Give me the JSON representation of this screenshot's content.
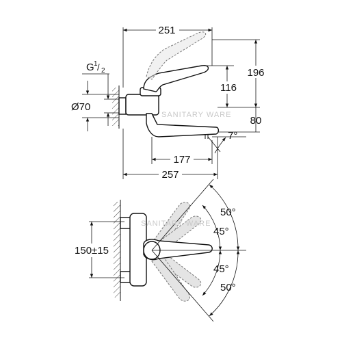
{
  "side_view": {
    "dim_width_total": "251",
    "dim_height_total": "196",
    "dim_height_lever": "116",
    "thread_label": "G",
    "thread_num": "1",
    "thread_den": "2",
    "dim_rosette": "Ø70",
    "dim_spout_height": "80",
    "dim_spout_angle": "7°",
    "dim_spout_reach": "177",
    "dim_projection": "257"
  },
  "top_view": {
    "dim_centers": "150±15",
    "angle_upper_outer": "50°",
    "angle_upper_inner": "45°",
    "angle_lower_inner": "45°",
    "angle_lower_outer": "50°"
  },
  "watermarks": {
    "side": "SANITARY WARE",
    "top": "SANITARY WARE"
  }
}
